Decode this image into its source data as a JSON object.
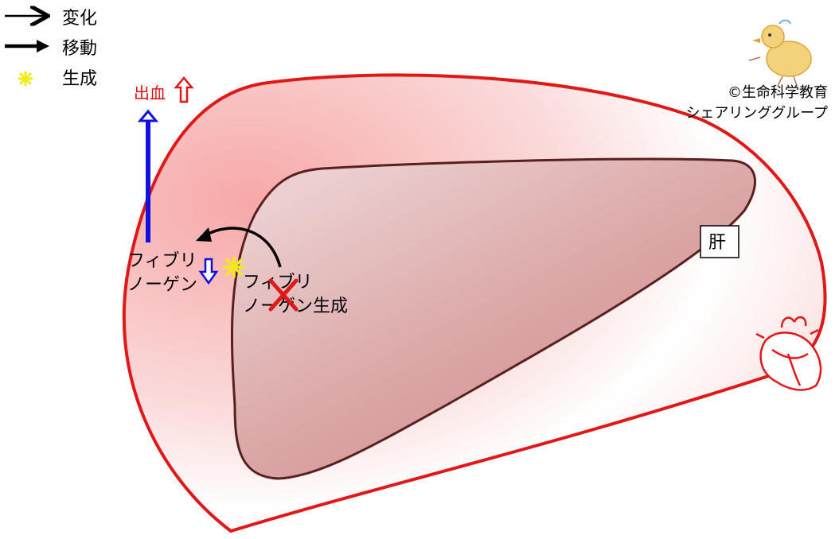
{
  "legend": {
    "change": "変化",
    "move": "移動",
    "generate": "生成"
  },
  "labels": {
    "bleeding": "出血",
    "fib_plasma_line1": "フィブリ",
    "fib_plasma_line2": "ノーゲン",
    "fib_liver_line1": "フィブリ",
    "fib_liver_line2": "ノーゲン生成",
    "liver": "肝"
  },
  "credit": {
    "line1": "©生命科学教育",
    "line2": "シェアリンググループ"
  },
  "colors": {
    "body_outline": "#e01818",
    "body_fill": "#f9c8c8",
    "liver_fill": "#d99a9a",
    "liver_outline": "#5a1f1f",
    "blue_arrow": "#1010e0",
    "red_x": "#e01818",
    "star": "#f2ea1a"
  },
  "icons": {
    "change": "thin-arrow-icon",
    "move": "thick-arrow-icon",
    "generate": "star-icon",
    "mascot": "chick-icon",
    "heart": "heart-icon"
  }
}
